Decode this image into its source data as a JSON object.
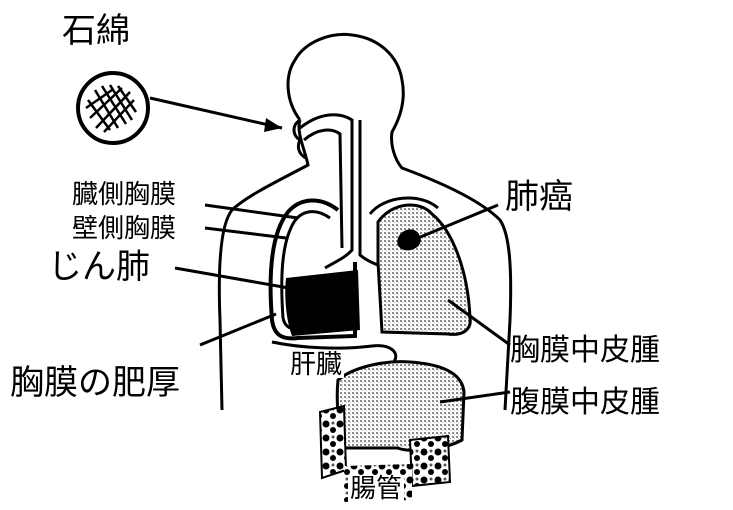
{
  "labels": {
    "asbestos": "石綿",
    "visceral_pleura": "臓側胸膜",
    "parietal_pleura": "壁側胸膜",
    "pneumoconiosis": "じん肺",
    "pleural_thickening": "胸膜の肥厚",
    "liver": "肝臓",
    "intestine": "腸管",
    "lung_cancer": "肺癌",
    "pleural_mesothelioma": "胸膜中皮腫",
    "peritoneal_mesothelioma": "腹膜中皮腫"
  },
  "colors": {
    "ink": "#000000",
    "paper": "#ffffff",
    "stipple": "#8a8a8a"
  }
}
